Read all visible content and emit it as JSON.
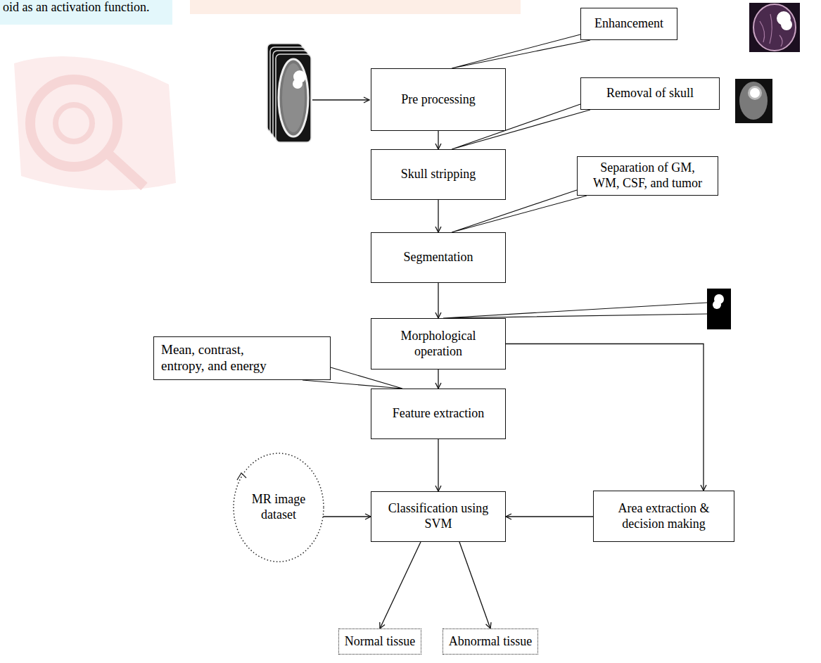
{
  "diagram": {
    "nodes": [
      {
        "text": [
          "Enhancement"
        ]
      },
      {
        "text": [
          "Pre processing"
        ]
      },
      {
        "text": [
          "Removal of skull"
        ]
      },
      {
        "text": [
          "Skull stripping"
        ]
      },
      {
        "text": [
          "Separation of GM, WM, CSF, and tumor"
        ]
      },
      {
        "text": [
          "Segmentation"
        ]
      },
      {
        "text": [
          "Morphological operation"
        ]
      },
      {
        "text": [
          "Mean, contrast, entropy, and energy"
        ]
      },
      {
        "text": [
          "Feature extraction"
        ]
      },
      {
        "text": [
          "MR image dataset"
        ]
      },
      {
        "text": [
          "Classification using SVM"
        ]
      },
      {
        "text": [
          "Area extraction & decision making"
        ]
      },
      {
        "text": [
          "Normal tissue"
        ]
      },
      {
        "text": [
          "Abnormal tissue"
        ]
      }
    ],
    "edges": [
      {
        "from": 1,
        "to": 3,
        "arrow": "to"
      },
      {
        "from": 3,
        "to": 5,
        "arrow": "to"
      },
      {
        "from": 5,
        "to": 6,
        "arrow": "to"
      },
      {
        "from": 6,
        "to": 8,
        "arrow": "to"
      },
      {
        "from": 8,
        "to": 10,
        "arrow": "to"
      },
      {
        "from": 6,
        "to": 11,
        "arrow": "to"
      },
      {
        "from": 11,
        "to": 10,
        "arrow": "to"
      },
      {
        "from": 9,
        "to": 10,
        "arrow": "to"
      },
      {
        "from": 10,
        "to": 12,
        "arrow": "to"
      },
      {
        "from": 10,
        "to": 13,
        "arrow": "to"
      },
      {
        "from": 0,
        "to": 1,
        "arrow": "none"
      },
      {
        "from": 2,
        "to": 3,
        "arrow": "none"
      },
      {
        "from": 4,
        "to": 5,
        "arrow": "none"
      },
      {
        "from": 7,
        "to": 8,
        "arrow": "none"
      }
    ],
    "labels": [
      "oid as an activation function."
    ]
  }
}
